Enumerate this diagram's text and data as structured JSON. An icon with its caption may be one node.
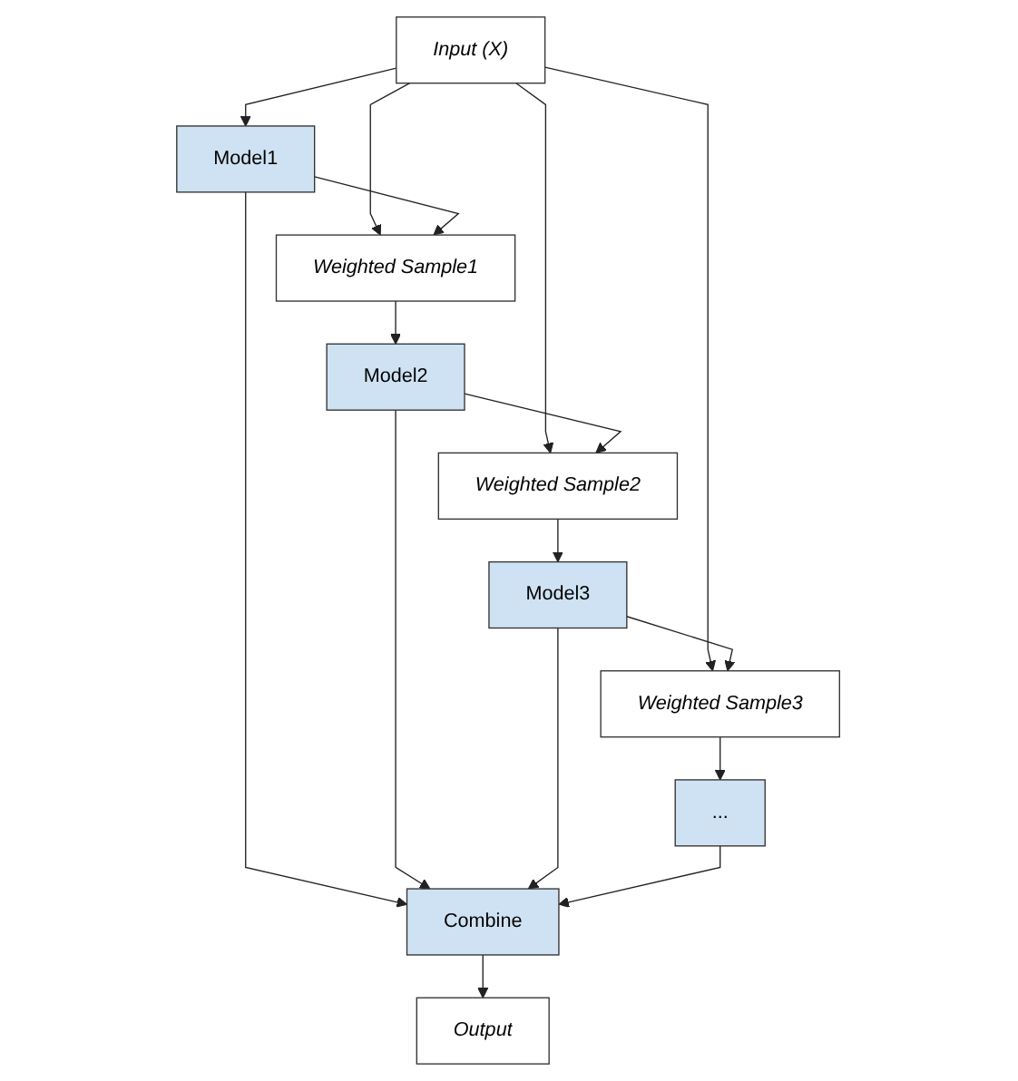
{
  "diagram": {
    "nodes": [
      {
        "text": [
          "Input (X)"
        ]
      },
      {
        "text": [
          "Model1"
        ]
      },
      {
        "text": [
          "Weighted Sample1"
        ]
      },
      {
        "text": [
          "Model2"
        ]
      },
      {
        "text": [
          "Weighted Sample2"
        ]
      },
      {
        "text": [
          "Model3"
        ]
      },
      {
        "text": [
          "Weighted Sample3"
        ]
      },
      {
        "text": [
          "..."
        ]
      },
      {
        "text": [
          "Combine"
        ]
      },
      {
        "text": [
          "Output"
        ]
      }
    ],
    "edges": [
      {
        "from": 0,
        "to": 1,
        "arrow": "to"
      },
      {
        "from": 0,
        "to": 2,
        "arrow": "to"
      },
      {
        "from": 0,
        "to": 4,
        "arrow": "to"
      },
      {
        "from": 0,
        "to": 6,
        "arrow": "to"
      },
      {
        "from": 1,
        "to": 2,
        "arrow": "to"
      },
      {
        "from": 2,
        "to": 3,
        "arrow": "to"
      },
      {
        "from": 3,
        "to": 4,
        "arrow": "to"
      },
      {
        "from": 4,
        "to": 5,
        "arrow": "to"
      },
      {
        "from": 5,
        "to": 6,
        "arrow": "to"
      },
      {
        "from": 6,
        "to": 7,
        "arrow": "to"
      },
      {
        "from": 1,
        "to": 8,
        "arrow": "to"
      },
      {
        "from": 3,
        "to": 8,
        "arrow": "to"
      },
      {
        "from": 5,
        "to": 8,
        "arrow": "to"
      },
      {
        "from": 7,
        "to": 8,
        "arrow": "to"
      },
      {
        "from": 8,
        "to": 9,
        "arrow": "to"
      }
    ]
  }
}
